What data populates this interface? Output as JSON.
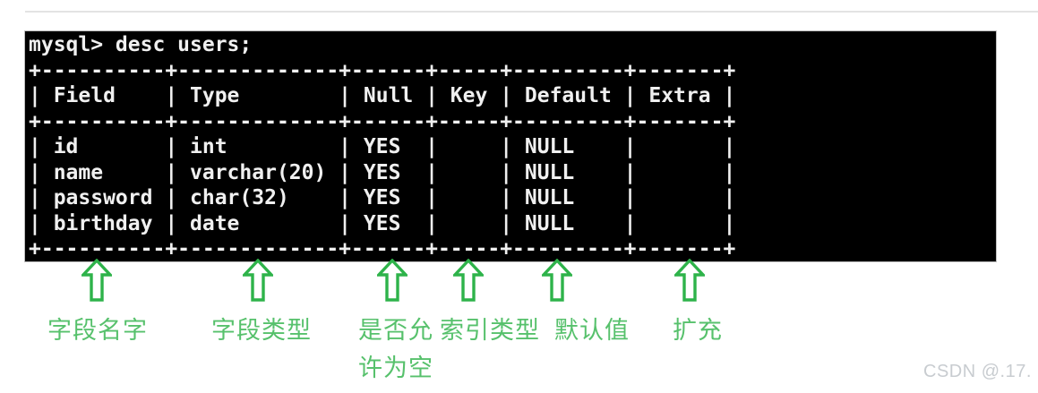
{
  "page": {
    "background_color": "#ffffff",
    "top_rule_color": "#e3e3e3",
    "watermark_text": "CSDN @.17."
  },
  "terminal": {
    "background_color": "#000000",
    "text_color": "#f0f0f0",
    "prompt": "mysql>",
    "command": "desc users;",
    "screen_lines": [
      "mysql> desc users;",
      "+----------+-------------+------+-----+---------+-------+",
      "| Field    | Type        | Null | Key | Default | Extra |",
      "+----------+-------------+------+-----+---------+-------+",
      "| id       | int         | YES  |     | NULL    |       |",
      "| name     | varchar(20) | YES  |     | NULL    |       |",
      "| password | char(32)    | YES  |     | NULL    |       |",
      "| birthday | date        | YES  |     | NULL    |       |",
      "+----------+-------------+------+-----+---------+-------+"
    ],
    "table": {
      "columns": [
        "Field",
        "Type",
        "Null",
        "Key",
        "Default",
        "Extra"
      ],
      "rows": [
        [
          "id",
          "int",
          "YES",
          "",
          "NULL",
          ""
        ],
        [
          "name",
          "varchar(20)",
          "YES",
          "",
          "NULL",
          ""
        ],
        [
          "password",
          "char(32)",
          "YES",
          "",
          "NULL",
          ""
        ],
        [
          "birthday",
          "date",
          "YES",
          "",
          "NULL",
          ""
        ]
      ]
    }
  },
  "annotations": {
    "arrow_color": "#2eb34a",
    "arrow_fill": "#ffffff",
    "label_color": "#57c16c",
    "items": [
      {
        "label": "字段名字",
        "points_to": "Field"
      },
      {
        "label": "字段类型",
        "points_to": "Type"
      },
      {
        "label": "是否允\n许为空",
        "points_to": "Null"
      },
      {
        "label": "索引类型",
        "points_to": "Key"
      },
      {
        "label": "默认值",
        "points_to": "Default"
      },
      {
        "label": "扩充",
        "points_to": "Extra"
      }
    ]
  }
}
